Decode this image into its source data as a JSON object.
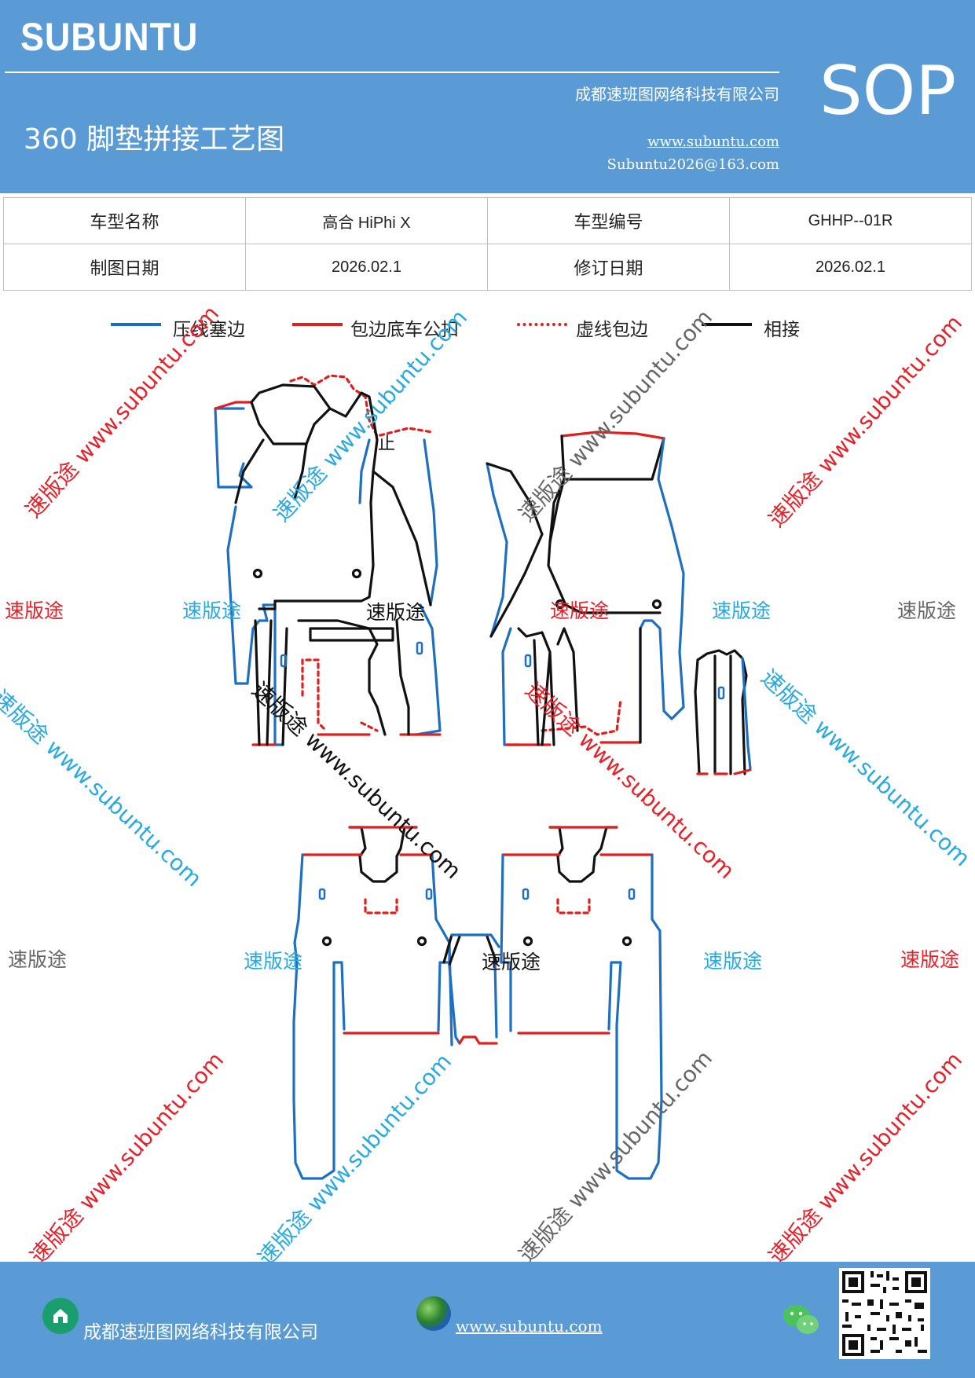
{
  "header": {
    "brand": "SUBUNTU",
    "doc_title": "360 脚垫拼接工艺图",
    "company": "成都速班图网络科技有限公司",
    "website": "www.subuntu.com",
    "email": "Subuntu2026@163.com",
    "sop": "SOP"
  },
  "info": {
    "model_name_label": "车型名称",
    "model_name": "高合 HiPhi X",
    "model_code_label": "车型编号",
    "model_code": "GHHP--01R",
    "draw_date_label": "制图日期",
    "draw_date": "2026.02.1",
    "revise_date_label": "修订日期",
    "revise_date": "2026.02.1"
  },
  "legend": [
    {
      "label": "压线塞边",
      "color": "#1f6fc0",
      "style": "solid"
    },
    {
      "label": "包边底车公扣",
      "color": "#e02020",
      "style": "solid"
    },
    {
      "label": "虚线包边",
      "color": "#e02020",
      "style": "dotted"
    },
    {
      "label": "相接",
      "color": "#111111",
      "style": "solid"
    }
  ],
  "diagram": {
    "marker": "止"
  },
  "watermarks": {
    "brand": "速版途",
    "url": "www.subuntu.com",
    "combo": "速版途 www.subuntu.com",
    "colors": {
      "red": "#e8202a",
      "blue": "#29a9e1",
      "gray": "#666666",
      "black": "#111111"
    }
  },
  "footer": {
    "company": "成都速班图网络科技有限公司",
    "website": "www.subuntu.com"
  }
}
